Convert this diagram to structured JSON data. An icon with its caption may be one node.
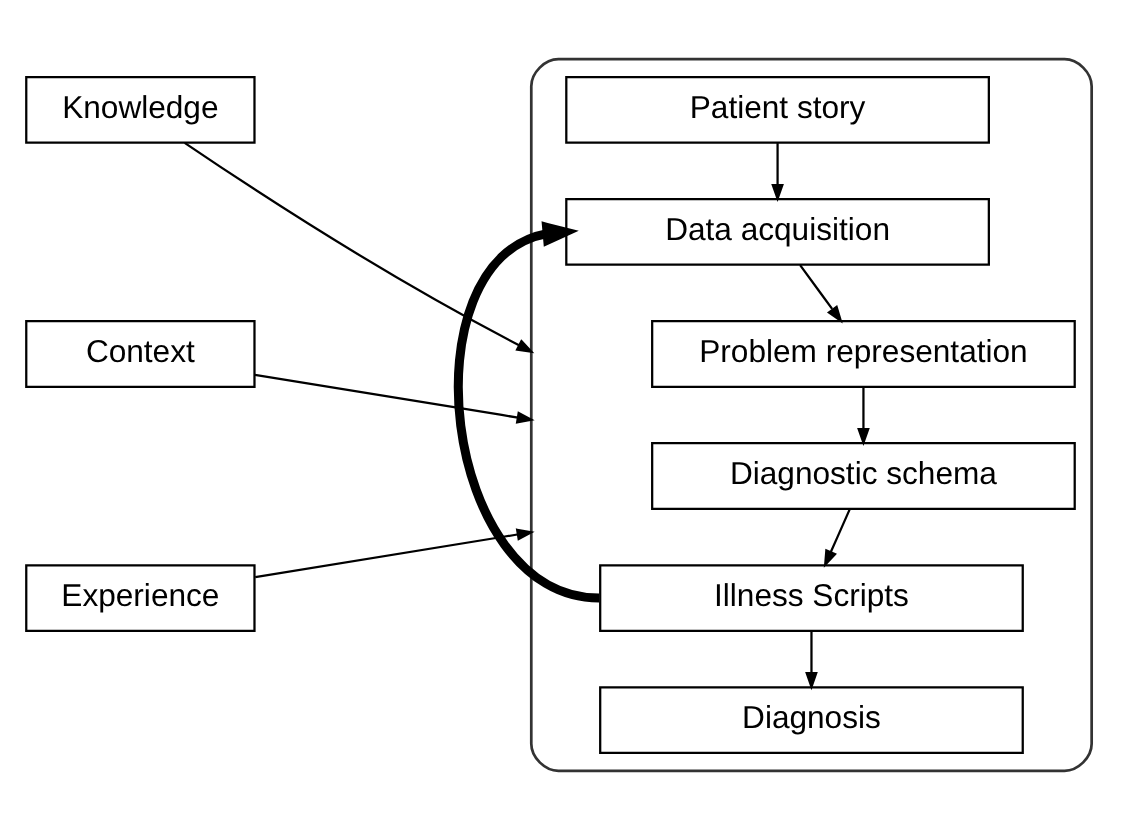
{
  "diagram": {
    "nodes": [
      {
        "text": [
          "Knowledge"
        ]
      },
      {
        "text": [
          "Context"
        ]
      },
      {
        "text": [
          "Experience"
        ]
      },
      {
        "text": [],
        "shape": "bracket"
      },
      {
        "text": [
          "Patient story"
        ],
        "in": 3
      },
      {
        "text": [
          "Data acquisition"
        ],
        "in": 3
      },
      {
        "text": [
          "Problem representation"
        ],
        "in": 3
      },
      {
        "text": [
          "Diagnostic schema"
        ],
        "in": 3
      },
      {
        "text": [
          "Illness Scripts"
        ],
        "in": 3
      },
      {
        "text": [
          "Diagnosis"
        ],
        "in": 3
      }
    ],
    "edges": [
      {
        "from": 0,
        "to": 3,
        "arrow": "to"
      },
      {
        "from": 1,
        "to": 3,
        "arrow": "to"
      },
      {
        "from": 2,
        "to": 3,
        "arrow": "to"
      },
      {
        "from": 4,
        "to": 5,
        "arrow": "to"
      },
      {
        "from": 5,
        "to": 6,
        "arrow": "to"
      },
      {
        "from": 6,
        "to": 7,
        "arrow": "to"
      },
      {
        "from": 7,
        "to": 8,
        "arrow": "to"
      },
      {
        "from": 8,
        "to": 9,
        "arrow": "to"
      },
      {
        "from": 8,
        "to": 5,
        "arrow": "to",
        "style": "thick"
      }
    ]
  }
}
